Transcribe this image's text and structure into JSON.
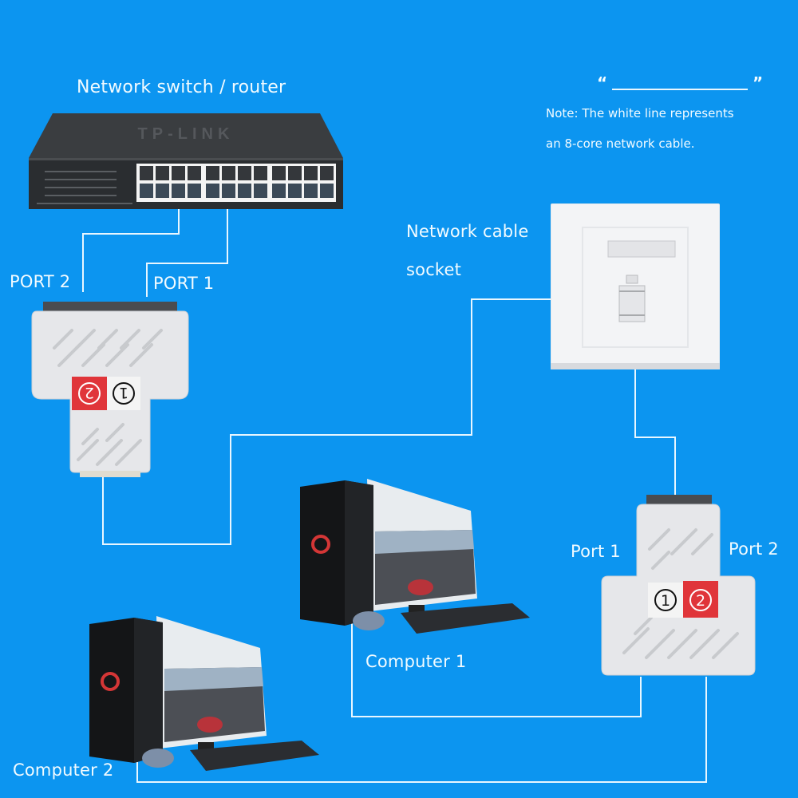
{
  "title": "Network switch / router",
  "legend": {
    "quote_open": "“",
    "quote_close": "”",
    "note_line1": "Note: The white line represents",
    "note_line2": "an 8-core network cable.",
    "line_color": "#ffffff"
  },
  "switch": {
    "label": "Network switch / router",
    "brand": "TP-LINK",
    "port_count": 24
  },
  "splitter_top": {
    "port2_label": "PORT 2",
    "port1_label": "PORT 1",
    "badge_2": "2",
    "badge_1": "1"
  },
  "socket": {
    "label_line1": "Network cable",
    "label_line2": "socket"
  },
  "splitter_bottom": {
    "port1_label": "Port 1",
    "port2_label": "Port 2",
    "badge_1": "1",
    "badge_2": "2"
  },
  "computers": [
    {
      "label": "Computer 1"
    },
    {
      "label": "Computer 2"
    }
  ],
  "colors": {
    "background": "#0c95f0",
    "cable": "#e8f6ff",
    "badge_red": "#e0353a",
    "device_white": "#e9eaec",
    "switch_body": "#2e3236"
  }
}
